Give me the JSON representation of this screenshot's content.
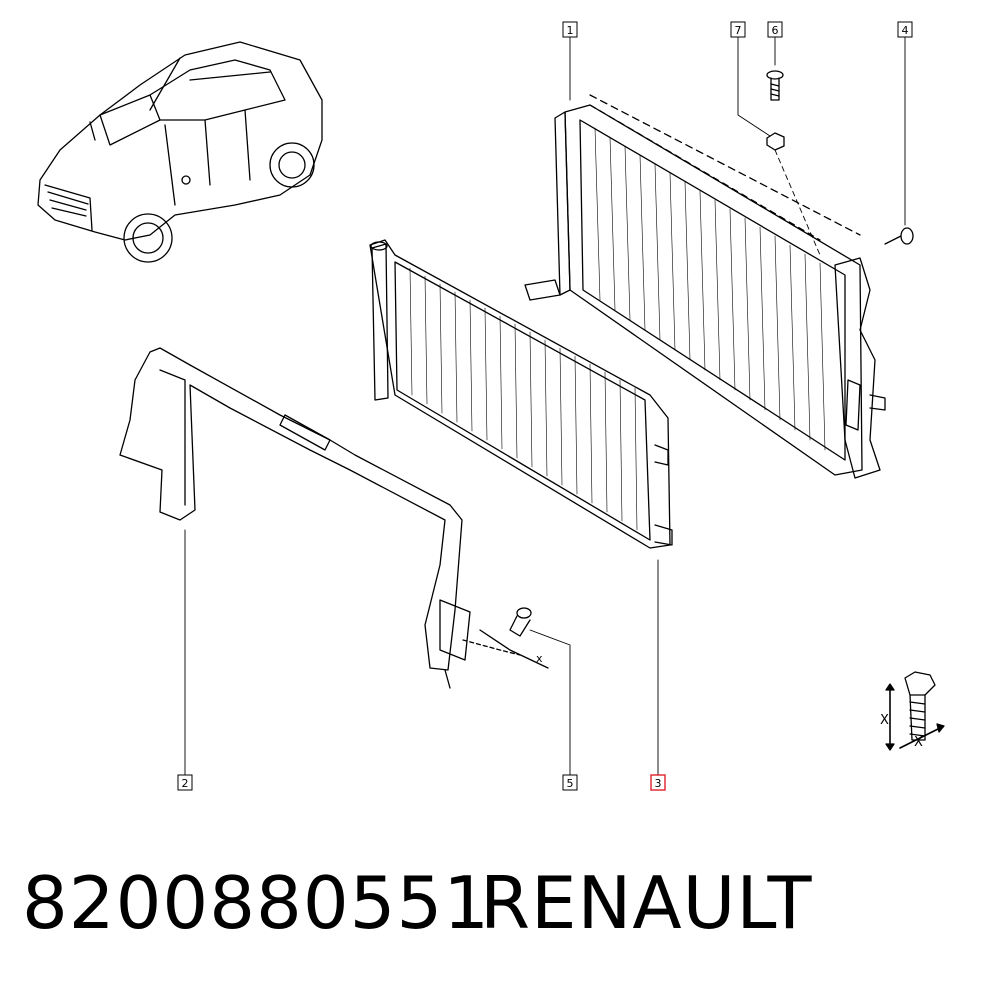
{
  "callouts": [
    {
      "id": "1",
      "label": "1",
      "highlight": false
    },
    {
      "id": "2",
      "label": "2",
      "highlight": false
    },
    {
      "id": "3",
      "label": "3",
      "highlight": true
    },
    {
      "id": "4",
      "label": "4",
      "highlight": false
    },
    {
      "id": "5",
      "label": "5",
      "highlight": false
    },
    {
      "id": "6",
      "label": "6",
      "highlight": false
    },
    {
      "id": "7",
      "label": "7",
      "highlight": false
    }
  ],
  "dimension_marks": {
    "x_a": "x",
    "x_b": "X",
    "x_c": "X"
  },
  "footer": {
    "part_number": "8200880551",
    "brand": "RENAULT"
  },
  "colors": {
    "line": "#000000",
    "highlight": "#e0202a",
    "background": "#ffffff"
  }
}
